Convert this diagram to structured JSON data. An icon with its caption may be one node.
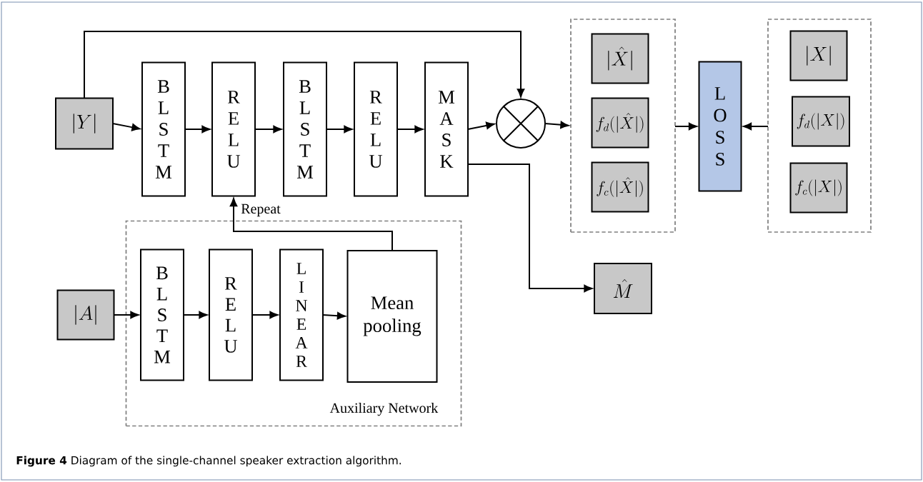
{
  "diagram": {
    "caption": "**Figure 4**  Diagram of the single-channel speaker extraction algorithm.",
    "nodes": [
      {
        "text": [
          "|Y|"
        ]
      },
      {
        "text": [
          "B L S T M"
        ]
      },
      {
        "text": [
          "R E L U"
        ]
      },
      {
        "text": [
          "B L S T M"
        ]
      },
      {
        "text": [
          "R E L U"
        ]
      },
      {
        "text": [
          "M A S K"
        ]
      },
      {
        "text": [],
        "shape": "circle"
      },
      {
        "text": [],
        "shape": "box"
      },
      {
        "text": [
          "|\\hat{X}|"
        ],
        "in": 7
      },
      {
        "text": [
          "f_{d}(|\\hat{X}|)"
        ],
        "in": 7
      },
      {
        "text": [
          "f_{c}(|\\hat{X}|)"
        ],
        "in": 7
      },
      {
        "text": [
          "L O S S"
        ]
      },
      {
        "text": [],
        "shape": "box"
      },
      {
        "text": [
          "|X|"
        ],
        "in": 12
      },
      {
        "text": [
          "f_{d}(|X|)"
        ],
        "in": 12
      },
      {
        "text": [
          "f_{c}(|X|)"
        ],
        "in": 12
      },
      {
        "text": [
          "\\hat{M}"
        ]
      },
      {
        "text": [
          "Auxiliary Network"
        ]
      },
      {
        "text": [
          "|A|"
        ]
      },
      {
        "text": [
          "B L S T M"
        ],
        "in": 17
      },
      {
        "text": [
          "R E L U"
        ],
        "in": 17
      },
      {
        "text": [
          "L I N E A R"
        ],
        "in": 17
      },
      {
        "text": [
          "Mean pooling"
        ],
        "in": 17
      }
    ],
    "edges": [
      {
        "from": 0,
        "to": 1,
        "arrow": "to"
      },
      {
        "from": 1,
        "to": 2,
        "arrow": "to"
      },
      {
        "from": 2,
        "to": 3,
        "arrow": "to"
      },
      {
        "from": 3,
        "to": 4,
        "arrow": "to"
      },
      {
        "from": 4,
        "to": 5,
        "arrow": "to"
      },
      {
        "from": 5,
        "to": 6,
        "arrow": "to"
      },
      {
        "from": 0,
        "to": 6,
        "arrow": "to"
      },
      {
        "from": 6,
        "to": 7,
        "arrow": "to"
      },
      {
        "from": 7,
        "to": 11,
        "arrow": "to"
      },
      {
        "from": 12,
        "to": 11,
        "arrow": "to"
      },
      {
        "from": 5,
        "to": 16,
        "arrow": "to"
      },
      {
        "from": 22,
        "to": 2,
        "arrow": "to",
        "label": "Repeat"
      },
      {
        "from": 18,
        "to": 19,
        "arrow": "to"
      },
      {
        "from": 19,
        "to": 20,
        "arrow": "to"
      },
      {
        "from": 20,
        "to": 21,
        "arrow": "to"
      },
      {
        "from": 21,
        "to": 22,
        "arrow": "to"
      }
    ]
  }
}
